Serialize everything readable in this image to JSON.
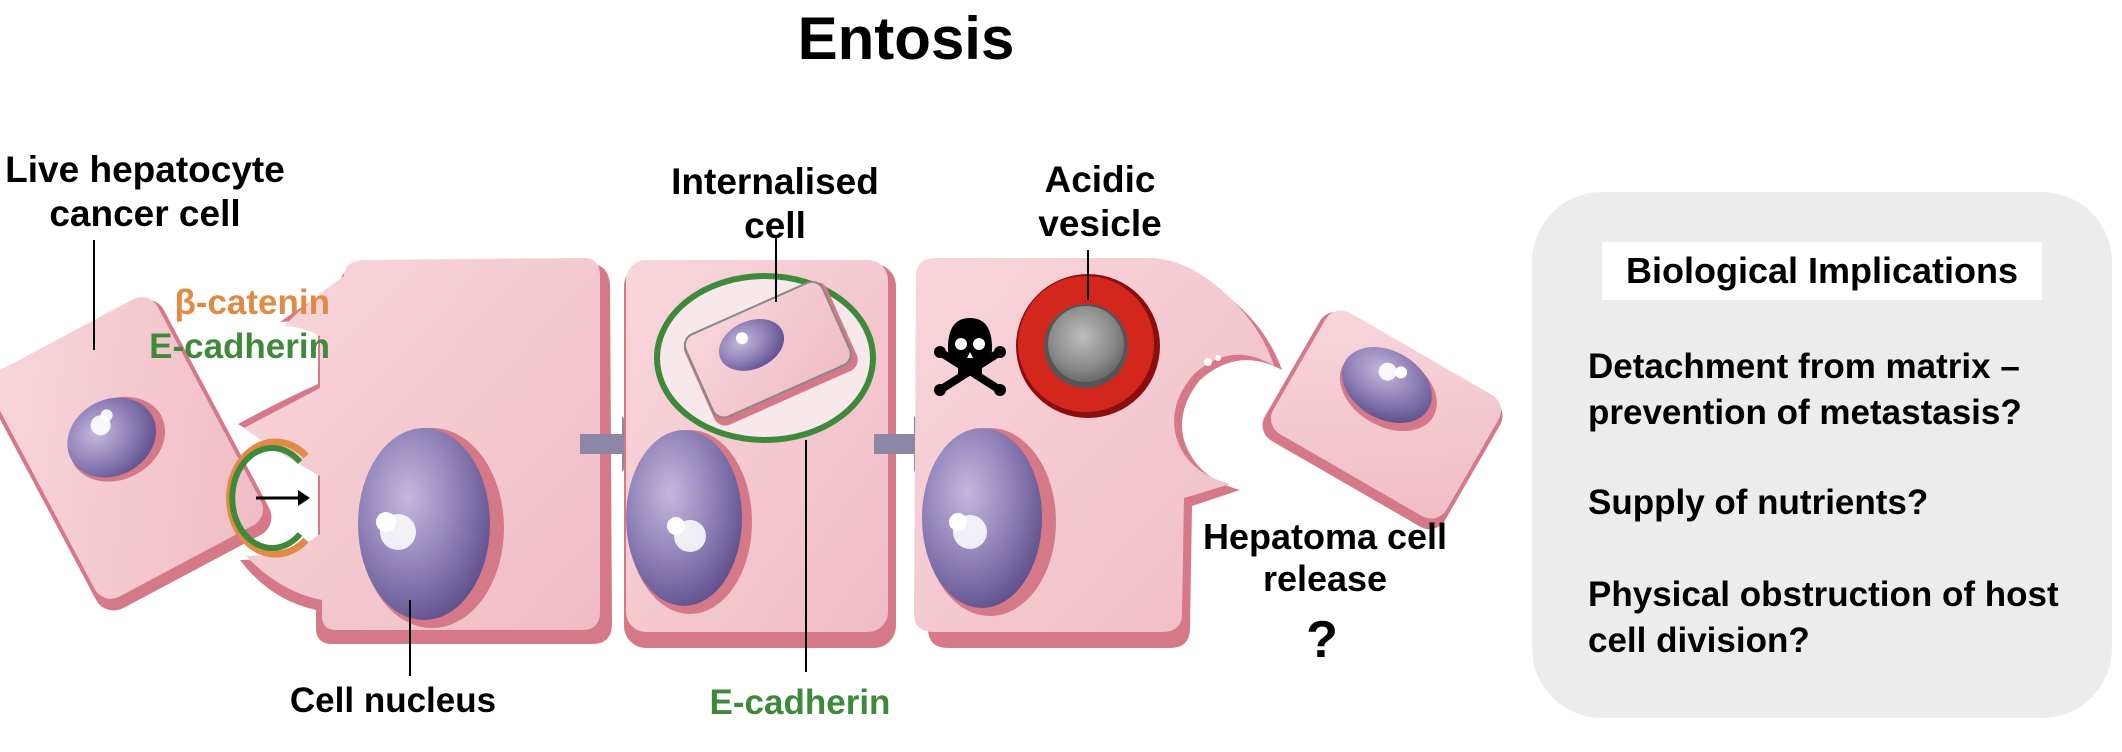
{
  "title": "Entosis",
  "labels": {
    "live_cell": "Live hepatocyte cancer cell",
    "beta_catenin": "β-catenin",
    "e_cadherin_left": "E-cadherin",
    "internalised_cell": "Internalised cell",
    "acidic_vesicle": "Acidic vesicle",
    "cell_nucleus": "Cell nucleus",
    "e_cadherin_bottom": "E-cadherin",
    "hepatoma_release": "Hepatoma cell release",
    "question_mark": "?"
  },
  "implications": {
    "heading": "Biological Implications",
    "items": [
      "Detachment from matrix – prevention of metastasis?",
      "Supply of nutrients?",
      "Physical obstruction of host cell division?"
    ]
  },
  "colors": {
    "cell_fill": "#f4c8cf",
    "cell_edge": "#d57888",
    "nucleus": "#8b7cb0",
    "nucleus_dark": "#5c4d8a",
    "beta_catenin": "#e08a43",
    "e_cadherin": "#3e8a3a",
    "vesicle": "#d3271e",
    "arrow": "#8c87a6",
    "panel": "#ececec"
  },
  "icons": [
    "skull-crossbones-icon",
    "arrow-right-icon"
  ]
}
